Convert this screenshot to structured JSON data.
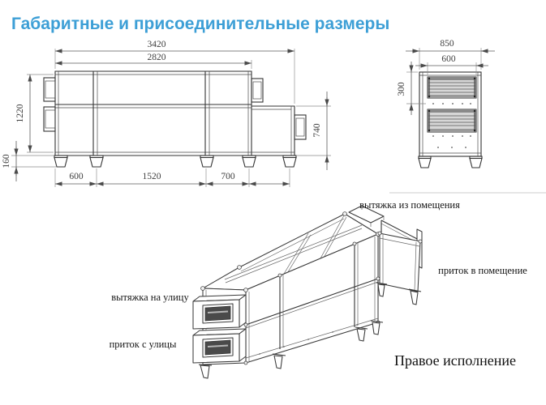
{
  "title": "Габаритные и присоединительные размеры",
  "front_view": {
    "dim_length_total": "3420",
    "dim_length_top": "2820",
    "dim_height_body": "1220",
    "dim_height_feet": "160",
    "dim_bottom_1": "600",
    "dim_bottom_2": "1520",
    "dim_bottom_3": "700",
    "dim_right_height": "740"
  },
  "side_view": {
    "dim_width_total": "850",
    "dim_opening_width": "600",
    "dim_opening_offset": "300"
  },
  "isometric": {
    "label_exhaust_from_room": "вытяжка из помещения",
    "label_supply_to_room": "приток в помещение",
    "label_exhaust_to_street": "вытяжка на улицу",
    "label_supply_from_street": "приток с улицы",
    "label_orientation": "Правое исполнение"
  },
  "colors": {
    "title": "#3d9fd6",
    "line": "#3a3a3a",
    "dim": "#4a4a4a"
  }
}
